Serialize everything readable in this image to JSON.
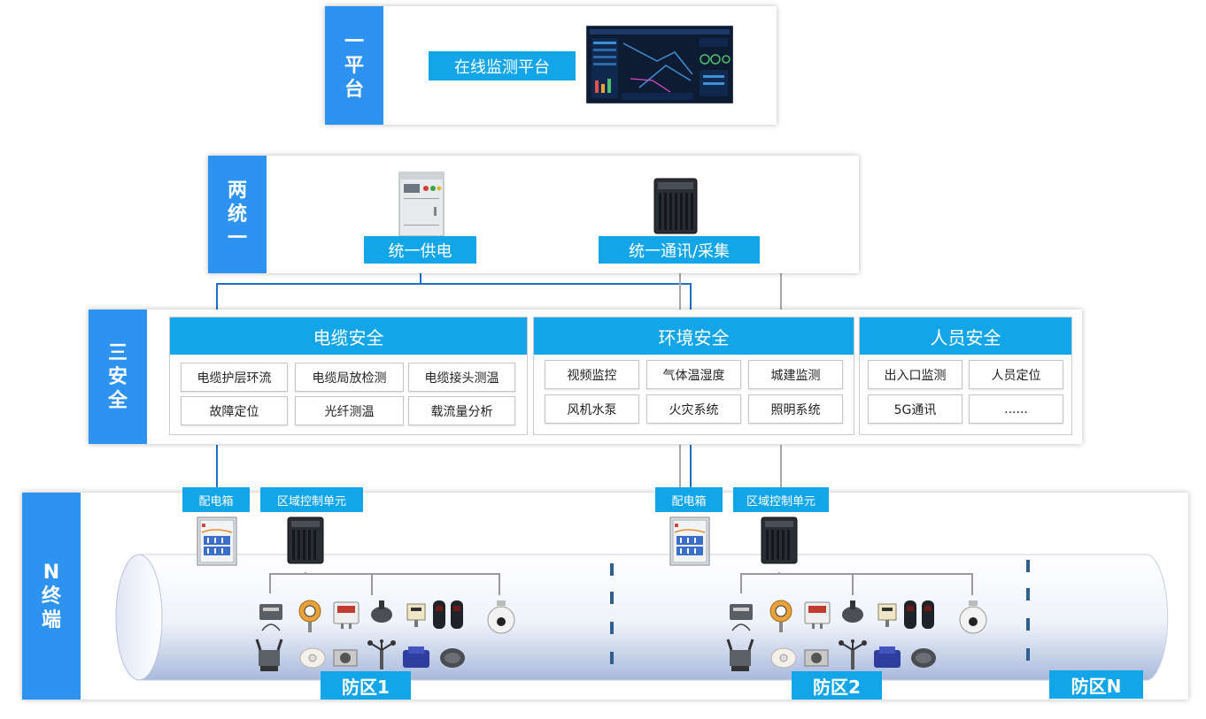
{
  "colors": {
    "side_blue": "#2e93f0",
    "label_blue": "#12a5e8",
    "line_blue": "#1f6fc6",
    "line_gray": "#a9a9a9"
  },
  "platform": {
    "side_title": [
      "一",
      "平",
      "台"
    ],
    "label": "在线监测平台",
    "screenshot_icon": "dashboard-screen-icon"
  },
  "unified": {
    "side_title": [
      "两",
      "统",
      "一"
    ],
    "power": {
      "label": "统一供电",
      "icon": "power-cabinet-icon"
    },
    "comm": {
      "label": "统一通讯/采集",
      "icon": "collector-device-icon"
    }
  },
  "safety": {
    "side_title": [
      "三",
      "安",
      "全"
    ],
    "cable": {
      "title": "电缆安全",
      "items": [
        "电缆护层环流",
        "电缆局放检测",
        "电缆接头测温",
        "故障定位",
        "光纤测温",
        "载流量分析"
      ]
    },
    "environment": {
      "title": "环境安全",
      "items": [
        "视频监控",
        "气体温湿度",
        "城建监测",
        "风机水泵",
        "火灾系统",
        "照明系统"
      ]
    },
    "personnel": {
      "title": "人员安全",
      "items": [
        "出入口监测",
        "人员定位",
        "5G通讯",
        "......"
      ]
    }
  },
  "terminal": {
    "side_title": [
      "N",
      "终",
      "端"
    ],
    "box_label": "配电箱",
    "control_label": "区域控制单元",
    "zones": [
      "防区1",
      "防区2",
      "防区N"
    ]
  }
}
